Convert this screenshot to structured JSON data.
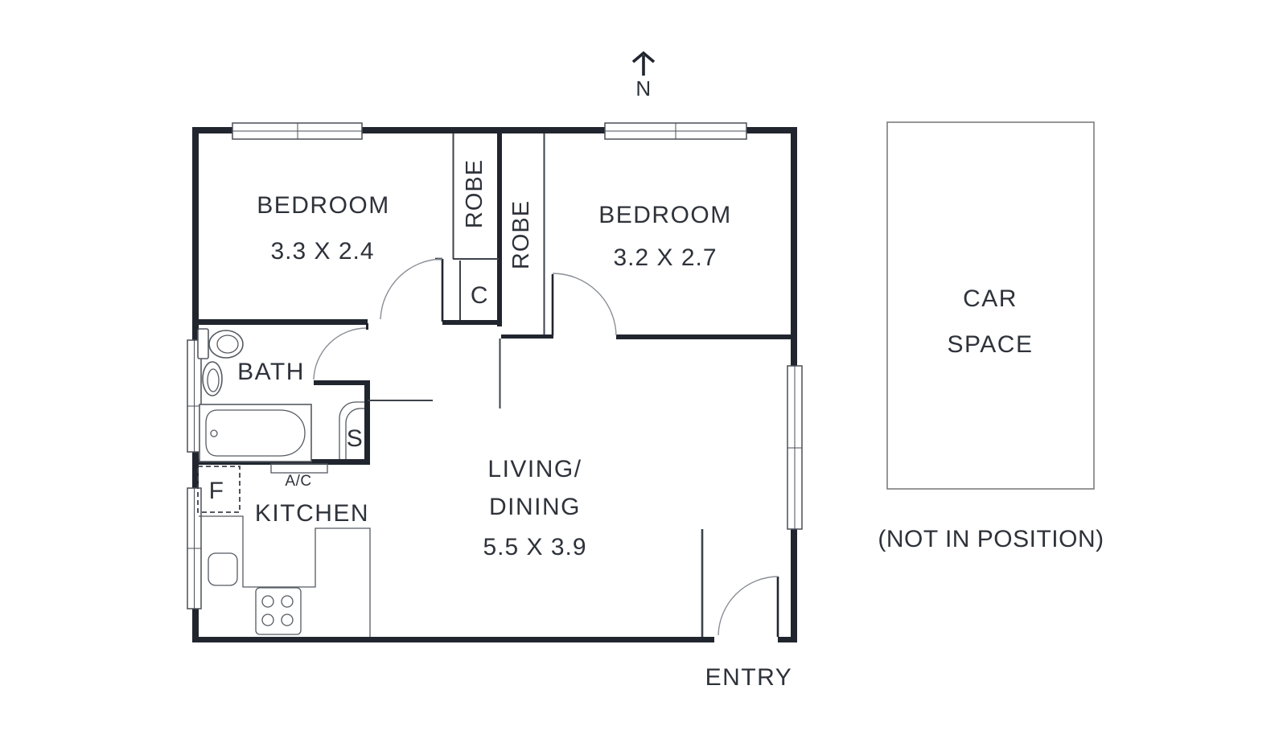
{
  "colors": {
    "background": "#ffffff",
    "wall": "#20252e",
    "partition": "#3d424b",
    "door_arc": "#8a8f96",
    "fixture": "#555a62",
    "window_border": "#4a4f57",
    "car_space_border": "#7d7d7d",
    "text": "#2e323a"
  },
  "north_indicator": {
    "label": "N"
  },
  "rooms": {
    "bedroom_1": {
      "name": "BEDROOM",
      "dimensions": "3.3 X 2.4"
    },
    "bedroom_2": {
      "name": "BEDROOM",
      "dimensions": "3.2 X 2.7"
    },
    "living_dining": {
      "name_line_1": "LIVING/",
      "name_line_2": "DINING",
      "dimensions": "5.5 X 3.9"
    },
    "bath": {
      "name": "BATH"
    },
    "kitchen": {
      "name": "KITCHEN"
    },
    "robe_1": {
      "name": "ROBE"
    },
    "robe_2": {
      "name": "ROBE"
    },
    "entry": {
      "name": "ENTRY"
    },
    "car_space": {
      "name_line_1": "CAR",
      "name_line_2": "SPACE",
      "note": "(NOT IN POSITION)"
    }
  },
  "fixtures": {
    "cupboard_label": "C",
    "shower_label": "S",
    "fridge_label": "F",
    "air_conditioner_label": "A/C"
  }
}
